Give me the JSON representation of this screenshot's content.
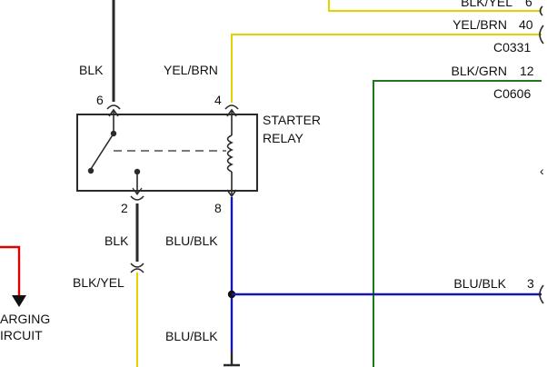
{
  "colors": {
    "blk": "#2a2a2a",
    "yel": "#e3d400",
    "blu": "#1616b0",
    "grn": "#1b7a1b",
    "red": "#e00000",
    "background": "#ffffff"
  },
  "relay": {
    "name_line1": "STARTER",
    "name_line2": "RELAY",
    "pins": [
      {
        "number": "6",
        "wire_label": "BLK"
      },
      {
        "number": "4",
        "wire_label": "YEL/BRN"
      },
      {
        "number": "2",
        "wire_label": "BLK"
      },
      {
        "number": "8",
        "wire_label": "BLU/BLK"
      }
    ]
  },
  "labels": {
    "blk_yel_top": "BLK/YEL",
    "pin_6_top": "6",
    "yel_brn_right": "YEL/BRN",
    "pin_40": "40",
    "connector_c0331": "C0331",
    "blk_grn": "BLK/GRN",
    "pin_12": "12",
    "connector_c0606": "C0606",
    "blu_blk_right": "BLU/BLK",
    "pin_3": "3",
    "blk_yel_lower": "BLK/YEL",
    "blu_blk_lower": "BLU/BLK",
    "charging_line1": "ARGING",
    "charging_line2": "IRCUIT"
  }
}
